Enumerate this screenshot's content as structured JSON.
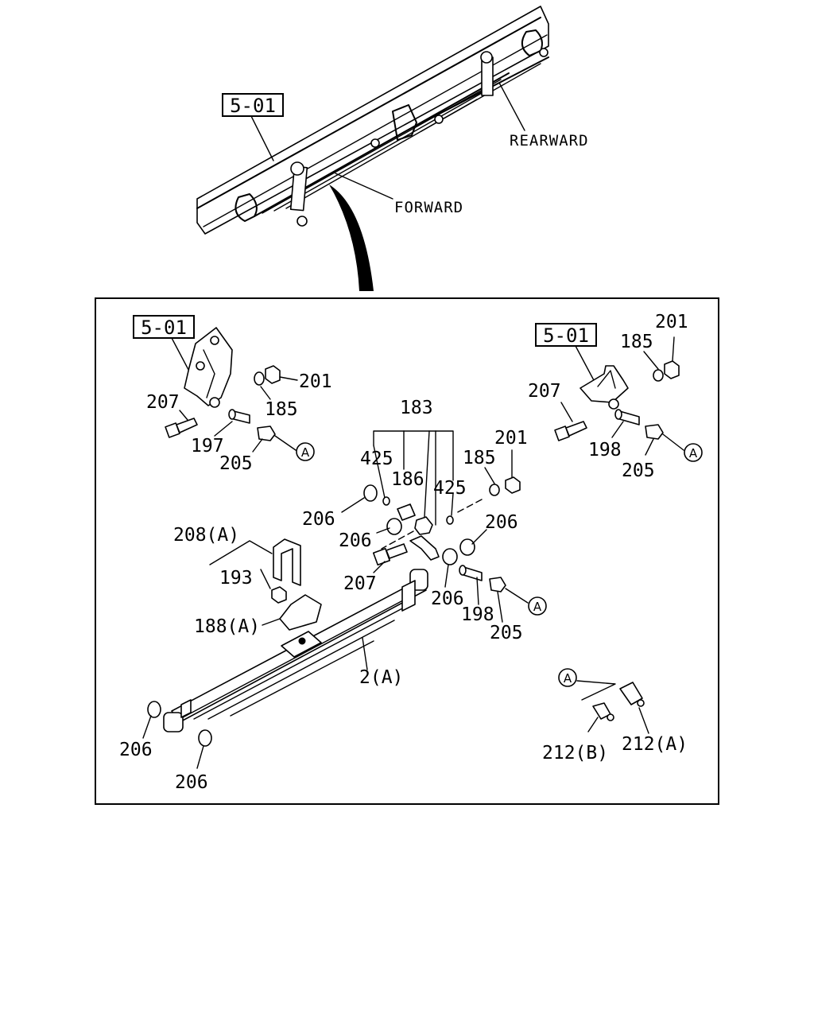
{
  "top_view": {
    "ref": "5-01",
    "rearward": "REARWARD",
    "forward": "FORWARD"
  },
  "refs": [
    "5-01",
    "5-01"
  ],
  "connector": "A",
  "labels": {
    "l201a": "201",
    "l185a": "185",
    "l207a": "207",
    "l197": "197",
    "l205a": "205",
    "l183": "183",
    "l425a": "425",
    "l186": "186",
    "l425b": "425",
    "l185b": "185",
    "l201b": "201",
    "l185c": "185",
    "l201c": "201",
    "l207c": "207",
    "l198a": "198",
    "l205c": "205",
    "l206a": "206",
    "l206b": "206",
    "l206c": "206",
    "l207b": "207",
    "l206d": "206",
    "l198b": "198",
    "l205b": "205",
    "l208": "208(A)",
    "l193": "193",
    "l188": "188(A)",
    "l2": "2(A)",
    "l206e": "206",
    "l206f": "206",
    "l212b": "212(B)",
    "l212a": "212(A)"
  }
}
